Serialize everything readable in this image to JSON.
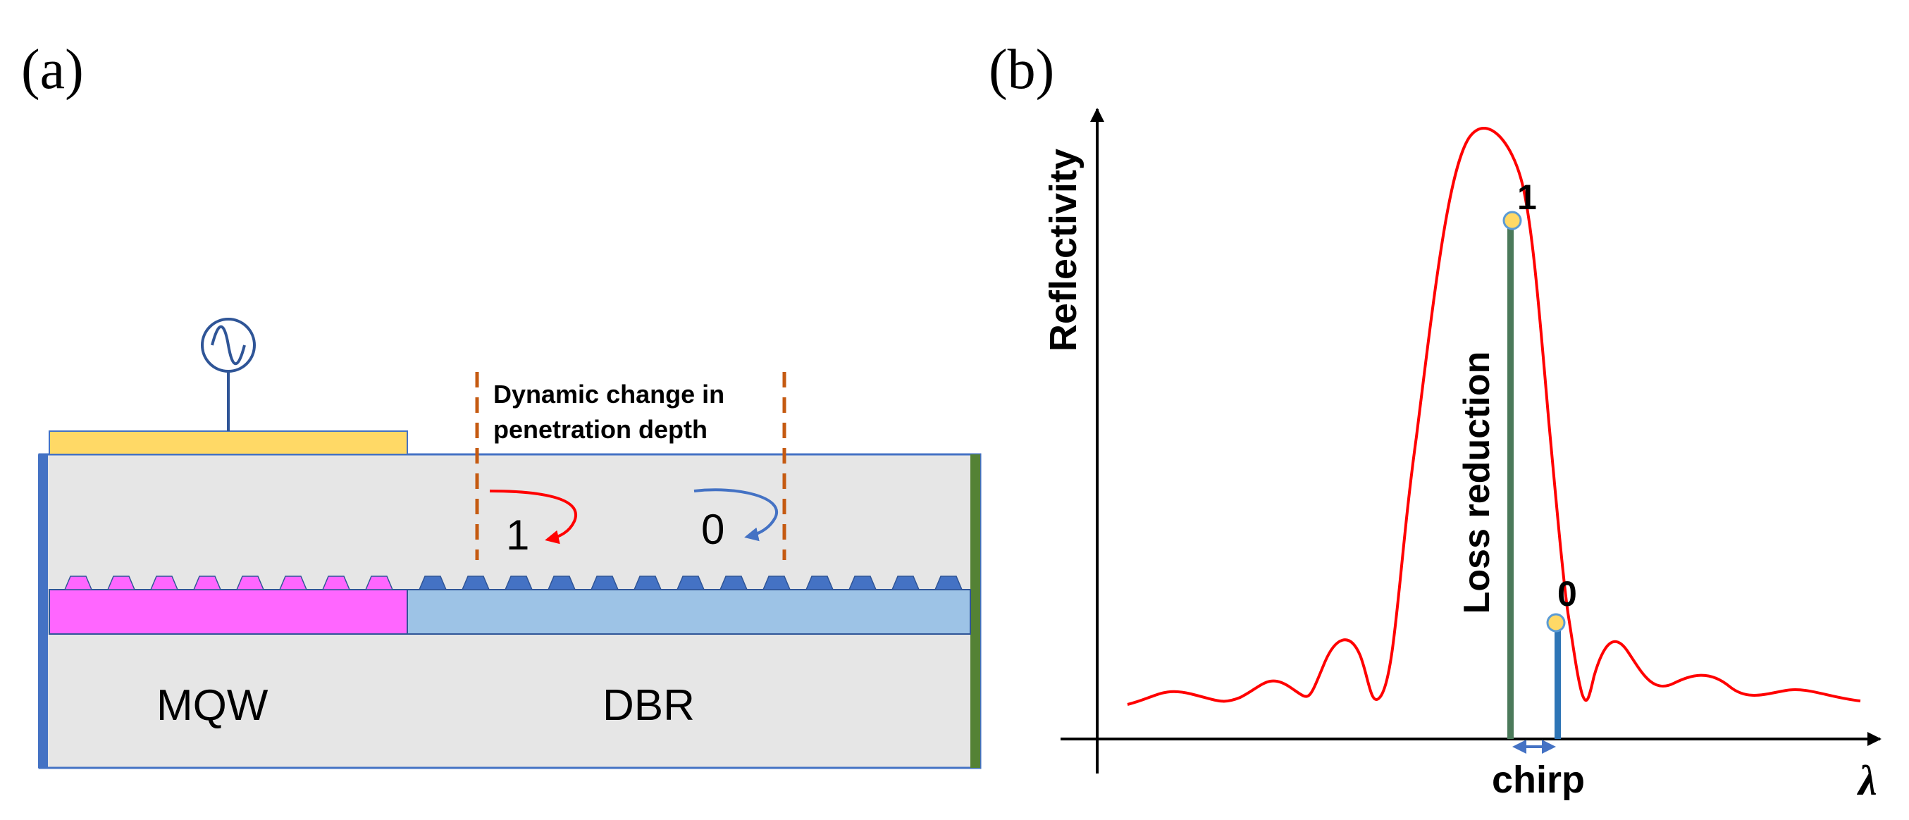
{
  "panel_a": {
    "label": "(a)",
    "annotation_line1": "Dynamic change in",
    "annotation_line2": "penetration depth",
    "state_one": "1",
    "state_zero": "0",
    "mqw_label": "MQW",
    "dbr_label": "DBR",
    "source_icon": "ac-voltage-source-icon",
    "colors": {
      "substrate": "#e6e6e6",
      "contact": "#ffd966",
      "mqw": "#ff66ff",
      "dbr": "#9dc3e6",
      "grating": "#4472c4",
      "left_facet": "#4472c4",
      "right_facet": "#548235",
      "arrow_one": "#ff0000",
      "arrow_zero": "#4472c4",
      "dashed_lines": "#c55a11"
    }
  },
  "panel_b": {
    "label": "(b)",
    "y_axis_label": "Reflectivity",
    "x_axis_label": "λ",
    "point_one_label": "1",
    "point_zero_label": "0",
    "vertical_text": "Loss reduction",
    "chirp_label": "chirp",
    "colors": {
      "curve": "#ff0000",
      "marker_fill": "#ffd966",
      "marker_stroke": "#5b9bd5",
      "bar_one": "#4b7a5a",
      "bar_zero": "#2e75b6",
      "chirp_arrow": "#4472c4"
    }
  }
}
